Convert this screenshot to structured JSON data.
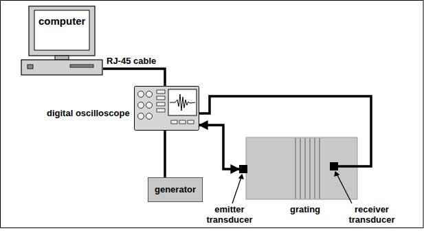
{
  "diagram": {
    "nodes": [
      {
        "text": [
          "computer"
        ]
      },
      {
        "text": [
          "digital oscilloscope"
        ]
      },
      {
        "text": [
          "generator"
        ]
      },
      {
        "text": [
          "emitter transducer"
        ]
      },
      {
        "text": [
          "receiver transducer"
        ]
      }
    ],
    "edges": [
      {
        "from": 0,
        "to": 1,
        "arrow": "none",
        "label": "RJ-45 cable"
      },
      {
        "from": 1,
        "to": 2,
        "arrow": "none"
      },
      {
        "from": 1,
        "to": 3,
        "arrow": "both"
      },
      {
        "from": 4,
        "to": 1,
        "arrow": "none"
      }
    ],
    "labels": [
      "grating"
    ]
  }
}
